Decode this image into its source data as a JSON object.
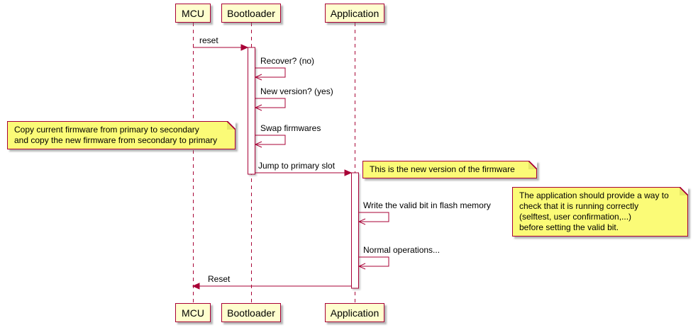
{
  "colors": {
    "accent": "#A80036",
    "participant_fill": "#FEFECE",
    "note_fill": "#FBFB77",
    "background": "#FFFFFF"
  },
  "participants": [
    {
      "id": "mcu",
      "label": "MCU"
    },
    {
      "id": "bootloader",
      "label": "Bootloader"
    },
    {
      "id": "application",
      "label": "Application"
    }
  ],
  "messages": [
    {
      "label": "reset",
      "from": "MCU",
      "to": "Bootloader",
      "kind": "call"
    },
    {
      "label": "Recover? (no)",
      "from": "Bootloader",
      "to": "Bootloader",
      "kind": "self"
    },
    {
      "label": "New version? (yes)",
      "from": "Bootloader",
      "to": "Bootloader",
      "kind": "self"
    },
    {
      "label": "Swap firmwares",
      "from": "Bootloader",
      "to": "Bootloader",
      "kind": "self"
    },
    {
      "label": "Jump to primary slot",
      "from": "Bootloader",
      "to": "Application",
      "kind": "call"
    },
    {
      "label": "Write the valid bit in flash memory",
      "from": "Application",
      "to": "Application",
      "kind": "self"
    },
    {
      "label": "Normal operations...",
      "from": "Application",
      "to": "Application",
      "kind": "self"
    },
    {
      "label": "Reset",
      "from": "Application",
      "to": "MCU",
      "kind": "call"
    }
  ],
  "notes": [
    {
      "position": "left-of-bootloader",
      "lines": [
        "Copy current firmware from primary to secondary",
        "and copy the new firmware from secondary to primary"
      ]
    },
    {
      "position": "right-of-application",
      "lines": [
        "This is the new version of the firmware"
      ]
    },
    {
      "position": "right-of-application",
      "lines": [
        "The application should provide a way to",
        "check that it is running correctly",
        "(selftest, user confirmation,...)",
        "before setting the valid bit."
      ]
    }
  ]
}
